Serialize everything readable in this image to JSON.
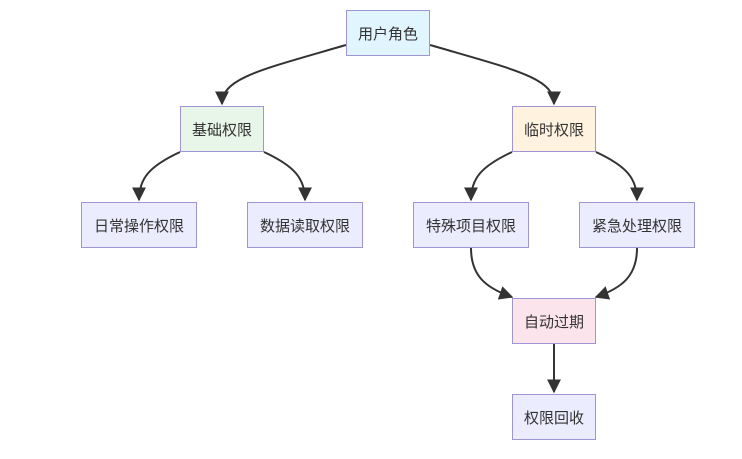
{
  "diagram": {
    "nodes": [
      {
        "id": "user-role",
        "label": "用户角色",
        "fill": "#e1f5fe"
      },
      {
        "id": "basic-perm",
        "label": "基础权限",
        "fill": "#e8f5e9"
      },
      {
        "id": "temp-perm",
        "label": "临时权限",
        "fill": "#fff3e0"
      },
      {
        "id": "daily-op-perm",
        "label": "日常操作权限",
        "fill": "#ececff"
      },
      {
        "id": "data-read-perm",
        "label": "数据读取权限",
        "fill": "#ececff"
      },
      {
        "id": "special-project-perm",
        "label": "特殊项目权限",
        "fill": "#ececff"
      },
      {
        "id": "emergency-perm",
        "label": "紧急处理权限",
        "fill": "#ececff"
      },
      {
        "id": "auto-expire",
        "label": "自动过期",
        "fill": "#fce4ec"
      },
      {
        "id": "perm-revoke",
        "label": "权限回收",
        "fill": "#ececff"
      }
    ],
    "edges": [
      {
        "from": "user-role",
        "to": "basic-perm"
      },
      {
        "from": "user-role",
        "to": "temp-perm"
      },
      {
        "from": "basic-perm",
        "to": "daily-op-perm"
      },
      {
        "from": "basic-perm",
        "to": "data-read-perm"
      },
      {
        "from": "temp-perm",
        "to": "special-project-perm"
      },
      {
        "from": "temp-perm",
        "to": "emergency-perm"
      },
      {
        "from": "special-project-perm",
        "to": "auto-expire"
      },
      {
        "from": "emergency-perm",
        "to": "auto-expire"
      },
      {
        "from": "auto-expire",
        "to": "perm-revoke"
      }
    ]
  }
}
